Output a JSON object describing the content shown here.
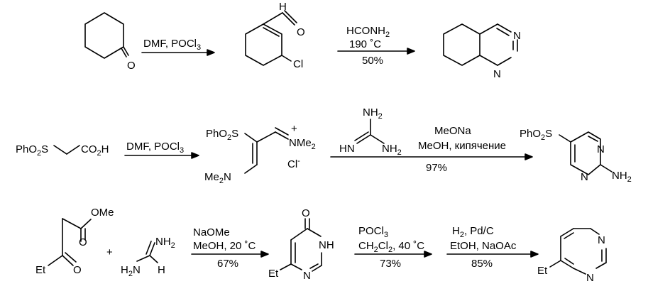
{
  "row1": {
    "sm_o": "O",
    "arrow1_reagent": "DMF, POCl",
    "arrow1_sub": "3",
    "int_h": "H",
    "int_o": "O",
    "int_cl": "Cl",
    "arrow2_line1_a": "HCONH",
    "arrow2_line1_sub": "2",
    "arrow2_line2": "190 ˚C",
    "arrow2_yield": "50%",
    "prod_n1": "N",
    "prod_n2": "N"
  },
  "row2": {
    "sm_left": "PhO",
    "sm_left_sub": "2",
    "sm_s": "S",
    "sm_right": "CO",
    "sm_right_sub": "2",
    "sm_h": "H",
    "arrow1_reagent": "DMF, POCl",
    "arrow1_sub": "3",
    "int_ph": "PhO",
    "int_ph_sub": "2",
    "int_s": "S",
    "int_plus": "+",
    "int_nme2": "NMe",
    "int_nme2_sub": "2",
    "int_me2n_a": "Me",
    "int_me2n_sub": "2",
    "int_me2n_b": "N",
    "int_cl": "Cl",
    "int_cl_minus": "-",
    "guan_nh2_top": "NH",
    "guan_nh2_top_sub": "2",
    "guan_hn": "HN",
    "guan_nh2": "NH",
    "guan_nh2_sub": "2",
    "arrow2_line1": "MeONa",
    "arrow2_line2": "MeOH, кипячение",
    "arrow2_yield": "97%",
    "prod_ph": "PhO",
    "prod_ph_sub": "2",
    "prod_s": "S",
    "prod_n1": "N",
    "prod_n2": "N",
    "prod_nh2": "NH",
    "prod_nh2_sub": "2"
  },
  "row3": {
    "sm_ome": "OMe",
    "sm_o_top": "O",
    "sm_et": "Et",
    "sm_o_bot": "O",
    "plus": "+",
    "amid_nh": "NH",
    "amid_nh_sub": "2",
    "amid_h2n_a": "H",
    "amid_h2n_sub": "2",
    "amid_h2n_b": "N",
    "amid_h": "H",
    "arrow1_line1": "NaOMe",
    "arrow1_line2": "MeOH, 20 ˚C",
    "arrow1_yield": "67%",
    "int1_o": "O",
    "int1_nh": "NH",
    "int1_n": "N",
    "int1_et": "Et",
    "arrow2_line1_a": "POCl",
    "arrow2_line1_sub": "3",
    "arrow2_line2_a": "CH",
    "arrow2_line2_sub1": "2",
    "arrow2_line2_b": "Cl",
    "arrow2_line2_sub2": "2",
    "arrow2_line2_c": ", 40 ˚C",
    "arrow2_yield": "73%",
    "arrow3_line1": "H",
    "arrow3_line1_sub": "2",
    "arrow3_line1_b": ", Pd/C",
    "arrow3_line2": "EtOH, NaOAc",
    "arrow3_yield": "85%",
    "prod_n1": "N",
    "prod_n2": "N",
    "prod_et": "Et"
  }
}
